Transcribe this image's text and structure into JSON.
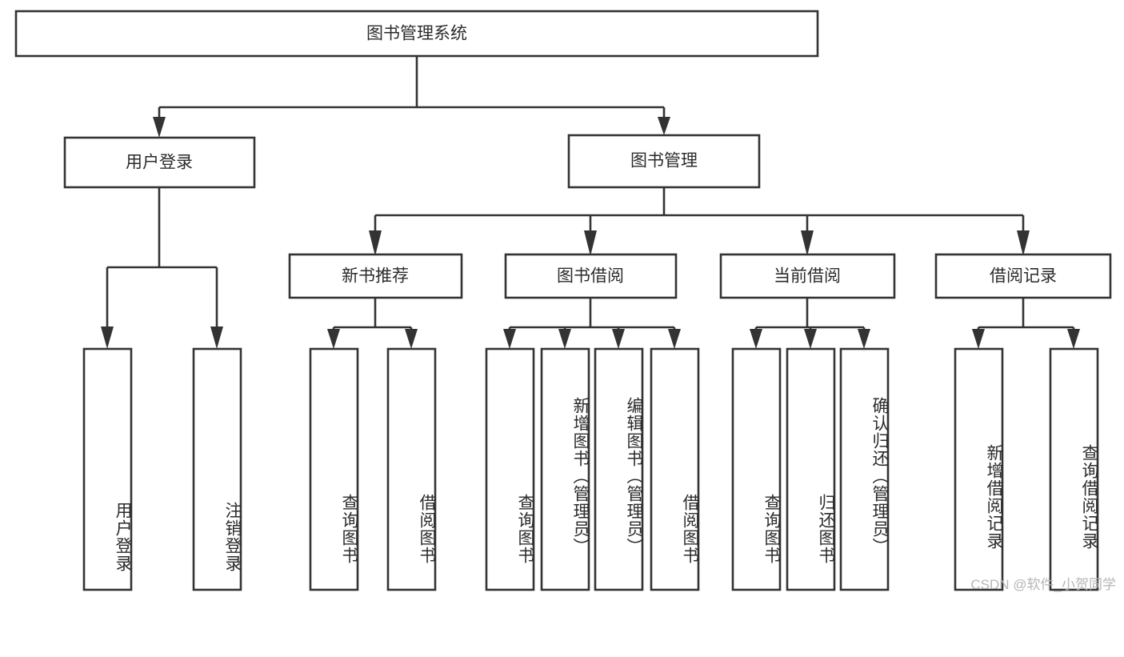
{
  "diagram": {
    "type": "tree-hierarchy",
    "title": "图书管理系统",
    "watermark": "CSDN @软件_小贺同学",
    "colors": {
      "stroke": "#333333",
      "fill": "#ffffff",
      "text": "#2b2b2b",
      "watermark": "#b6b6b6",
      "background": "#ffffff"
    },
    "levels": [
      {
        "level": 1,
        "nodes": [
          {
            "id": "root",
            "label": "图书管理系统",
            "orientation": "horizontal"
          }
        ]
      },
      {
        "level": 2,
        "nodes": [
          {
            "id": "user-login",
            "label": "用户登录",
            "orientation": "horizontal",
            "parent": "root"
          },
          {
            "id": "book-manage",
            "label": "图书管理",
            "orientation": "horizontal",
            "parent": "root"
          }
        ]
      },
      {
        "level": 3,
        "nodes": [
          {
            "id": "new-book-rec",
            "label": "新书推荐",
            "orientation": "horizontal",
            "parent": "book-manage"
          },
          {
            "id": "book-borrow",
            "label": "图书借阅",
            "orientation": "horizontal",
            "parent": "book-manage"
          },
          {
            "id": "current-borrow",
            "label": "当前借阅",
            "orientation": "horizontal",
            "parent": "book-manage"
          },
          {
            "id": "borrow-record",
            "label": "借阅记录",
            "orientation": "horizontal",
            "parent": "book-manage"
          }
        ]
      },
      {
        "level": 4,
        "nodes": [
          {
            "id": "leaf-user-login",
            "label": "用户登录",
            "orientation": "vertical",
            "parent": "user-login"
          },
          {
            "id": "leaf-logout",
            "label": "注销登录",
            "orientation": "vertical",
            "parent": "user-login"
          },
          {
            "id": "leaf-query-book-1",
            "label": "查询图书",
            "orientation": "vertical",
            "parent": "new-book-rec"
          },
          {
            "id": "leaf-borrow-book-1",
            "label": "借阅图书",
            "orientation": "vertical",
            "parent": "new-book-rec"
          },
          {
            "id": "leaf-query-book-2",
            "label": "查询图书",
            "orientation": "vertical",
            "parent": "book-borrow"
          },
          {
            "id": "leaf-add-book",
            "label": "新增图书（管理员）",
            "orientation": "vertical",
            "parent": "book-borrow"
          },
          {
            "id": "leaf-edit-book",
            "label": "编辑图书（管理员）",
            "orientation": "vertical",
            "parent": "book-borrow"
          },
          {
            "id": "leaf-borrow-book-2",
            "label": "借阅图书",
            "orientation": "vertical",
            "parent": "book-borrow"
          },
          {
            "id": "leaf-query-book-3",
            "label": "查询图书",
            "orientation": "vertical",
            "parent": "current-borrow"
          },
          {
            "id": "leaf-return-book",
            "label": "归还图书",
            "orientation": "vertical",
            "parent": "current-borrow"
          },
          {
            "id": "leaf-confirm-return",
            "label": "确认归还（管理员）",
            "orientation": "vertical",
            "parent": "current-borrow"
          },
          {
            "id": "leaf-add-record",
            "label": "新增借阅记录",
            "orientation": "vertical",
            "parent": "borrow-record"
          },
          {
            "id": "leaf-query-record",
            "label": "查询借阅记录",
            "orientation": "vertical",
            "parent": "borrow-record"
          }
        ]
      }
    ]
  }
}
